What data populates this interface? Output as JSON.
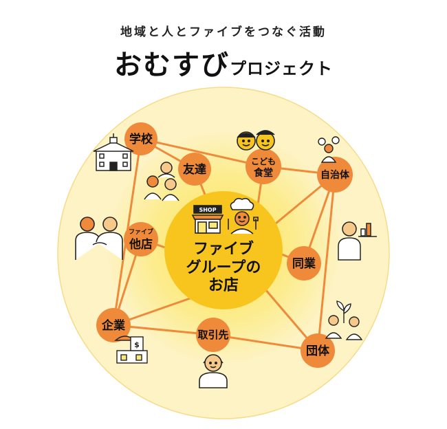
{
  "header": {
    "subtitle": "地域と人とファイブをつなぐ活動",
    "title_main": "おむすび",
    "title_sub": "プロジェクト"
  },
  "center": {
    "shop_sign": "SHOP",
    "line1": "ファイブ",
    "line2": "グループの",
    "line3": "お店"
  },
  "nodes": {
    "school": "学校",
    "friends": "友達",
    "kids_cafeteria_1": "こども",
    "kids_cafeteria_2": "食堂",
    "local_gov": "自治体",
    "five_small": "ファイブ",
    "other_store": "他店",
    "same_industry": "同業",
    "company": "企業",
    "supplier": "取引先",
    "organization": "団体"
  },
  "colors": {
    "outer_circle": "#fdf3c4",
    "inner_glow": "#fbe878",
    "center_circle": "#f7c51e",
    "node_orange": "#ee8a3a",
    "connector": "#ee8a3a"
  }
}
